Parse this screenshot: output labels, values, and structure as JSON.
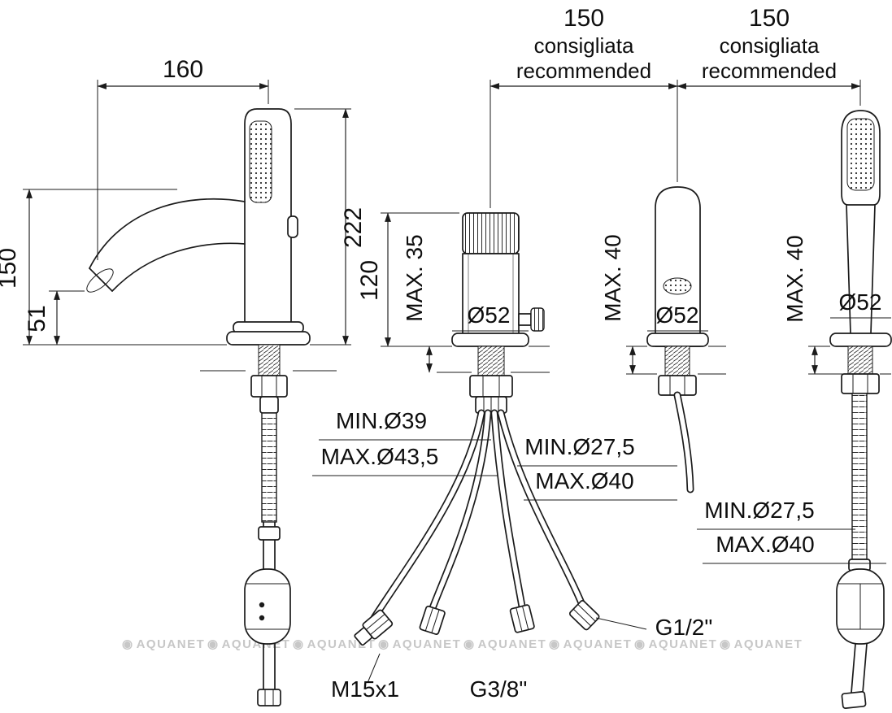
{
  "header": {
    "spacing_left": {
      "value": "150",
      "note_it": "consigliata",
      "note_en": "recommended"
    },
    "spacing_right": {
      "value": "150",
      "note_it": "consigliata",
      "note_en": "recommended"
    }
  },
  "faucet": {
    "width": "160",
    "height": "222",
    "spout_height": "150",
    "outlet_height": "51"
  },
  "mixer": {
    "height": "120",
    "deck": "MAX. 35",
    "flange": "Ø52",
    "hole_min": "MIN.Ø39",
    "hole_max": "MAX.Ø43,5"
  },
  "spout": {
    "deck": "MAX. 40",
    "flange": "Ø52",
    "hole_min": "MIN.Ø27,5",
    "hole_max": "MAX.Ø40"
  },
  "handshower": {
    "deck": "MAX. 40",
    "flange": "Ø52",
    "hole_min": "MIN.Ø27,5",
    "hole_max": "MAX.Ø40"
  },
  "connections": {
    "hose_thread": "M15x1",
    "supply_thread": "G3/8\"",
    "shower_thread": "G1/2\""
  },
  "watermark": {
    "icon": "◉",
    "text": "AQUANET"
  }
}
